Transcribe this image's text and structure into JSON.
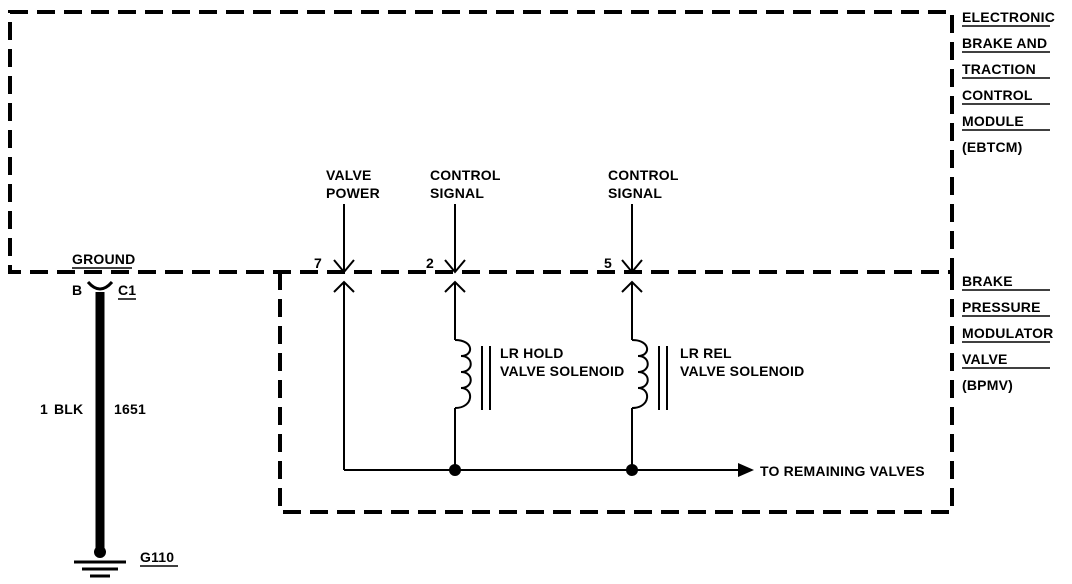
{
  "ebtcm": {
    "label_lines": [
      "ELECTRONIC",
      "BRAKE AND",
      "TRACTION",
      "CONTROL",
      "MODULE",
      "(EBTCM)"
    ]
  },
  "bpmv": {
    "label_lines": [
      "BRAKE",
      "PRESSURE",
      "MODULATOR",
      "VALVE",
      "(BPMV)"
    ]
  },
  "connector": {
    "ground_label": "GROUND",
    "pin_label": "B",
    "connector_label": "C1"
  },
  "pins": [
    {
      "number": "7",
      "label_lines": [
        "VALVE",
        "POWER"
      ]
    },
    {
      "number": "2",
      "label_lines": [
        "CONTROL",
        "SIGNAL"
      ]
    },
    {
      "number": "5",
      "label_lines": [
        "CONTROL",
        "SIGNAL"
      ]
    }
  ],
  "solenoids": [
    {
      "label_lines": [
        "LR HOLD",
        "VALVE SOLENOID"
      ]
    },
    {
      "label_lines": [
        "LR REL",
        "VALVE SOLENOID"
      ]
    }
  ],
  "ground_wire": {
    "gauge": "1",
    "color": "BLK",
    "circuit": "1651"
  },
  "ground_point": {
    "label": "G110"
  },
  "arrow_label": "TO REMAINING VALVES"
}
